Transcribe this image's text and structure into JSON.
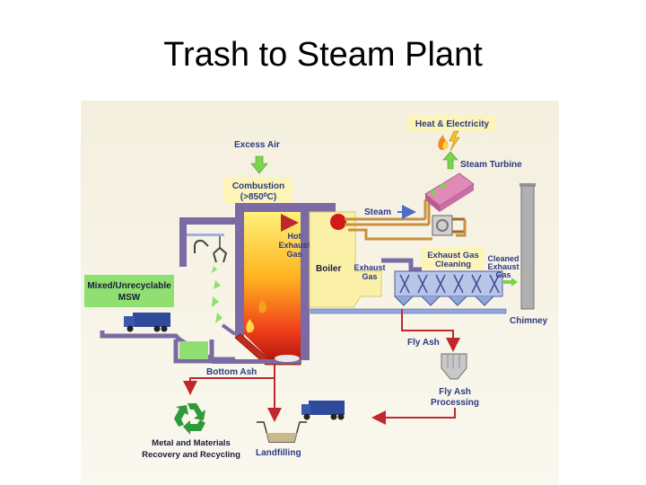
{
  "title": "Trash to Steam Plant",
  "labels": {
    "heat_electricity": "Heat & Electricity",
    "excess_air": "Excess Air",
    "combustion_line1": "Combustion",
    "combustion_line2": "(>850⁰C)",
    "steam_turbine": "Steam Turbine",
    "steam": "Steam",
    "hot_exhaust_line1": "Hot",
    "hot_exhaust_line2": "Exhaust",
    "hot_exhaust_line3": "Gas",
    "boiler": "Boiler",
    "exhaust_gas_line1": "Exhaust",
    "exhaust_gas_line2": "Gas",
    "exhaust_cleaning_line1": "Exhaust Gas",
    "exhaust_cleaning_line2": "Cleaning",
    "cleaned_exhaust_line1": "Cleaned",
    "cleaned_exhaust_line2": "Exhaust",
    "cleaned_exhaust_line3": "Gas",
    "msw_line1": "Mixed/Unrecyclable",
    "msw_line2": "MSW",
    "chimney": "Chimney",
    "fly_ash": "Fly Ash",
    "bottom_ash": "Bottom  Ash",
    "fly_ash_processing_line1": "Fly Ash",
    "fly_ash_processing_line2": "Processing",
    "metal_recovery_line1": "Metal and Materials",
    "metal_recovery_line2": "Recovery and Recycling",
    "landfilling": "Landfilling"
  },
  "colors": {
    "panel_bg": "#f6f2e4",
    "label_box": "#fdf4b8",
    "label_text": "#2b3a84",
    "purple": "#7b6aa3",
    "blue_pipe": "#8fa7d9",
    "red_line": "#c0282c",
    "green_arrow": "#7bd34e",
    "msw_box": "#8fe070",
    "boiler": "#fbf0a8",
    "chimney": "#b0b0b0",
    "truck_blue": "#2f4a9a",
    "recycle_green": "#2f9a3a"
  }
}
